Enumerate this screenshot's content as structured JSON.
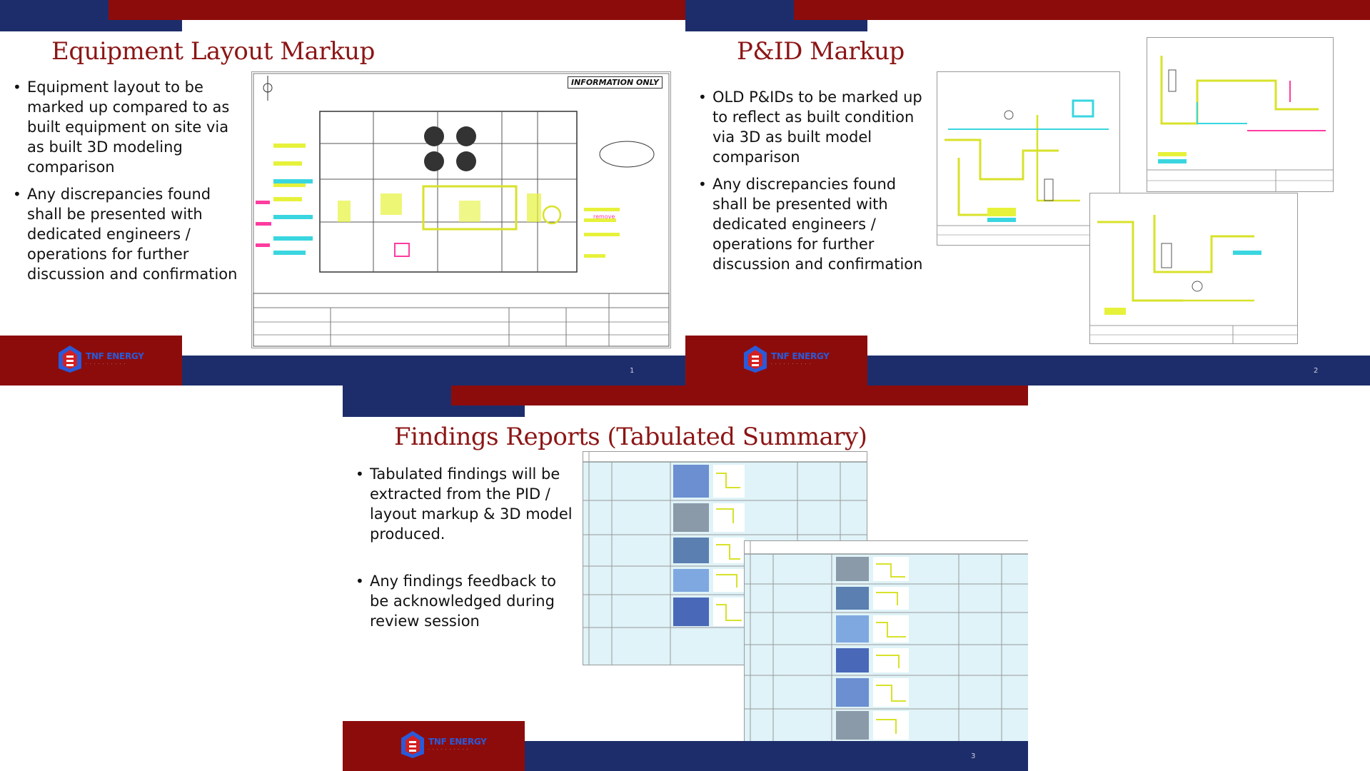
{
  "slides": [
    {
      "title": "Equipment Layout Markup",
      "bullets": [
        "Equipment layout to be marked up compared to as built equipment on site via as built 3D modeling comparison",
        "Any discrepancies found shall be presented with dedicated engineers / operations for further discussion and confirmation"
      ],
      "drawing_stamp": "INFORMATION ONLY",
      "page_number": "1"
    },
    {
      "title": "P&ID Markup",
      "bullets": [
        "OLD P&IDs to be marked up to reflect as built condition via 3D as built model comparison",
        "Any discrepancies found shall be presented with dedicated engineers / operations for further discussion and confirmation"
      ],
      "page_number": "2"
    },
    {
      "title": "Findings Reports (Tabulated Summary)",
      "bullets": [
        "Tabulated findings will be extracted from the PID / layout markup & 3D model produced.",
        "Any findings feedback to be acknowledged during review session"
      ],
      "page_number": "3"
    }
  ],
  "logo": {
    "name": "TNF ENERGY",
    "sub": "· · · · · · · · · ·"
  },
  "colors": {
    "navy": "#1d2d6b",
    "red": "#8c0c0c",
    "title_red": "#8c1515",
    "logo_blue": "#2a5ad8",
    "markup_yellow": "#e6f23a",
    "markup_cyan": "#39d6e0",
    "markup_pink": "#ff3ca0",
    "table_bg": "#dff3f8"
  }
}
